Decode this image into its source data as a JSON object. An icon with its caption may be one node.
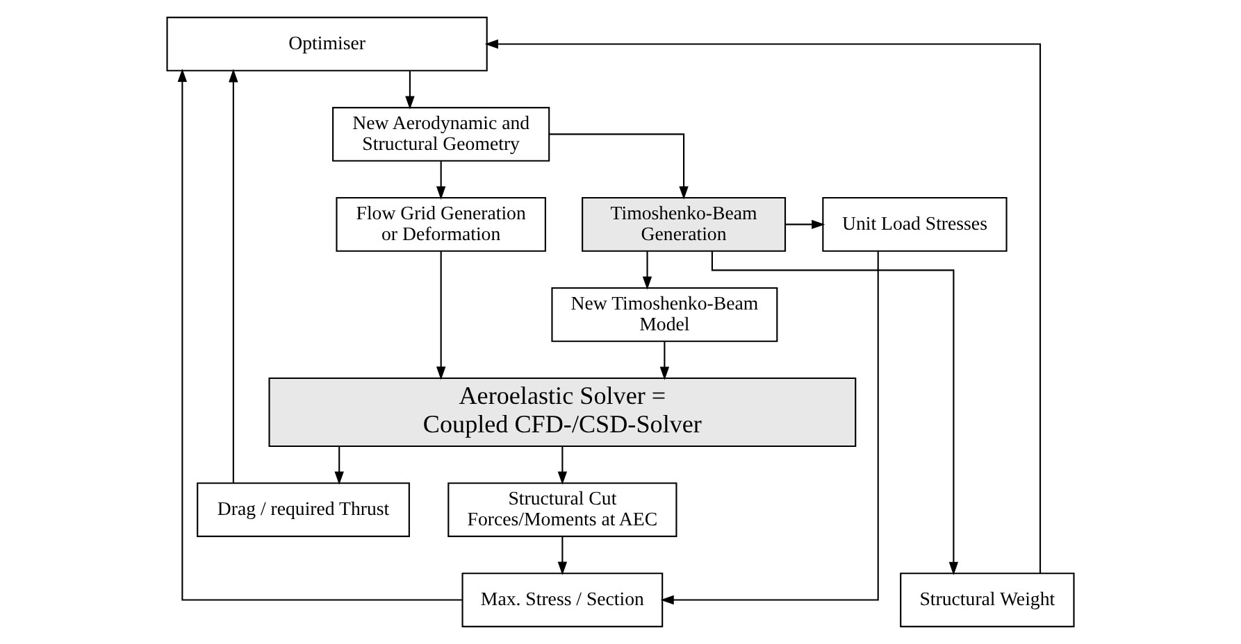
{
  "diagram": {
    "nodes": [
      {
        "text": [
          "Optimiser"
        ]
      },
      {
        "text": [
          "New Aerodynamic and Structural Geometry"
        ]
      },
      {
        "text": [
          "Structural Weight"
        ]
      },
      {
        "text": [
          "Max. Stress / Section"
        ]
      },
      {
        "text": [
          "Flow Grid Generation or Deformation"
        ]
      },
      {
        "text": [
          "Timoshenko-Beam Generation"
        ]
      },
      {
        "text": [
          "Unit Load Stresses"
        ]
      },
      {
        "text": [
          "New Timoshenko-Beam Model"
        ]
      },
      {
        "text": [
          "Aeroelastic Solver = Coupled CFD-/CSD-Solver"
        ]
      },
      {
        "text": [
          "Drag / required Thrust"
        ]
      },
      {
        "text": [
          "Structural Cut Forces/Moments at AEC"
        ]
      }
    ],
    "edges": [
      {
        "from": 0,
        "to": 1,
        "arrow": "to"
      },
      {
        "from": 1,
        "to": 4,
        "arrow": "to"
      },
      {
        "from": 1,
        "to": 5,
        "arrow": "to"
      },
      {
        "from": 2,
        "to": 0,
        "arrow": "to"
      },
      {
        "from": 3,
        "to": 0,
        "arrow": "to"
      },
      {
        "from": 4,
        "to": 8,
        "arrow": "to"
      },
      {
        "from": 5,
        "to": 2,
        "arrow": "to"
      },
      {
        "from": 5,
        "to": 6,
        "arrow": "to"
      },
      {
        "from": 5,
        "to": 7,
        "arrow": "to"
      },
      {
        "from": 6,
        "to": 3,
        "arrow": "to"
      },
      {
        "from": 7,
        "to": 8,
        "arrow": "to"
      },
      {
        "from": 8,
        "to": 9,
        "arrow": "to"
      },
      {
        "from": 8,
        "to": 10,
        "arrow": "to"
      },
      {
        "from": 9,
        "to": 0,
        "arrow": "to"
      },
      {
        "from": 10,
        "to": 3,
        "arrow": "to"
      }
    ]
  }
}
